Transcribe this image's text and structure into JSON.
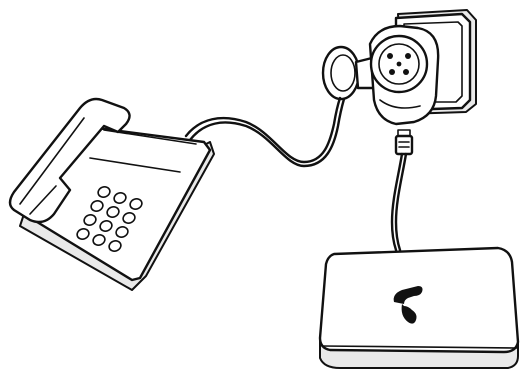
{
  "diagram": {
    "nodes": [
      {
        "id": "telephone",
        "icon": "telephone-icon"
      },
      {
        "id": "wall-socket",
        "icon": "wall-socket-icon"
      },
      {
        "id": "phone-adapter",
        "icon": "phone-adapter-icon"
      },
      {
        "id": "router",
        "icon": "router-box-icon"
      }
    ],
    "connections": [
      {
        "from": "telephone",
        "to": "phone-adapter",
        "kind": "cable"
      },
      {
        "from": "phone-adapter",
        "to": "router",
        "kind": "cable"
      }
    ],
    "router_logo": "telenor-logo-icon"
  }
}
